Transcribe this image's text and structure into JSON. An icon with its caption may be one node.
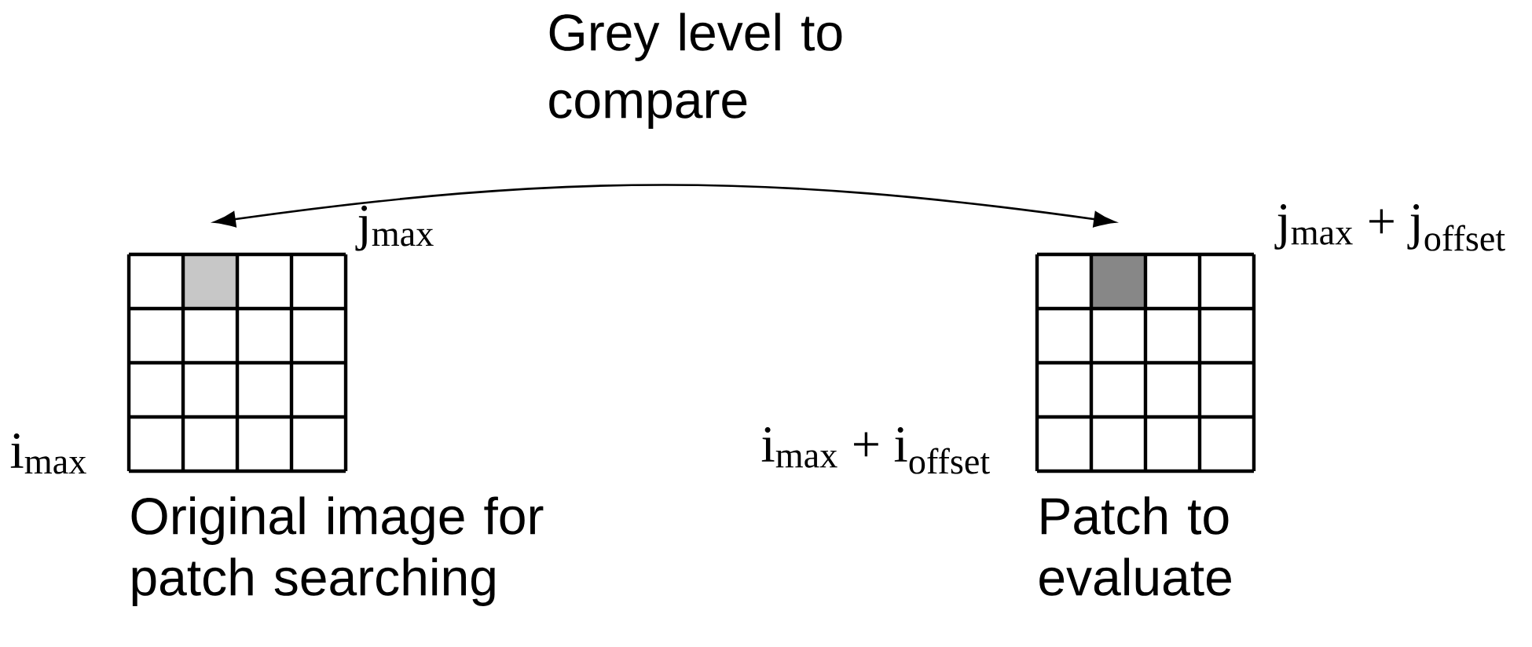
{
  "diagram": {
    "nodes": [
      {
        "text": [],
        "shape": "grid",
        "beside": [
          "Original image for patch searching"
        ]
      },
      {
        "text": [],
        "shape": "grid",
        "beside": [
          "Patch to evaluate"
        ]
      }
    ],
    "edges": [
      {
        "from": 0,
        "to": 1,
        "arrow": "both",
        "label": "Grey level to compare"
      }
    ],
    "labels": [
      "j$_{max}$",
      "i$_{max}$",
      "j$_{max}$ + j$_{offset}$",
      "i$_{max}$ + i$_{offset}$"
    ]
  }
}
